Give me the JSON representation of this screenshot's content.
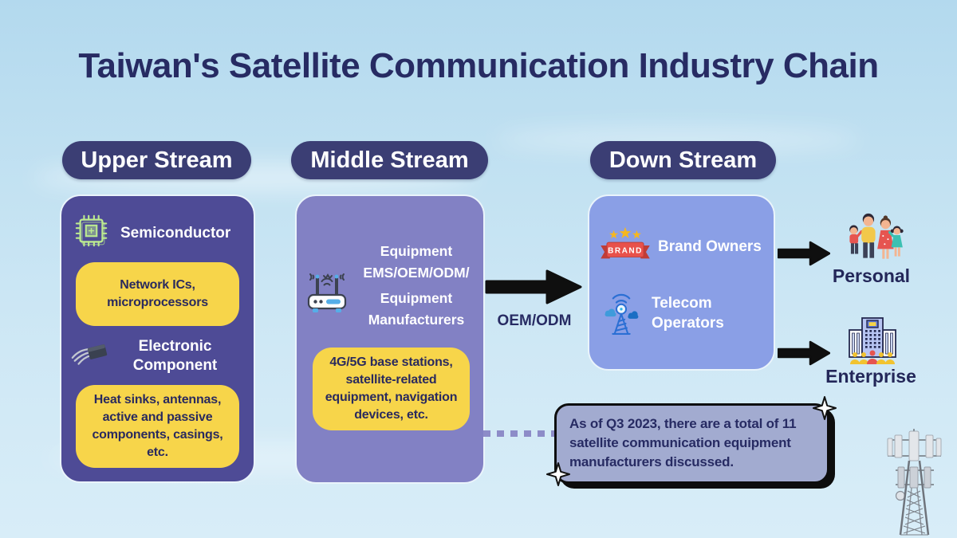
{
  "title": "Taiwan's Satellite Communication Industry Chain",
  "streams": {
    "upper": {
      "header": "Upper Stream",
      "semiconductor_label": "Semiconductor",
      "semiconductor_detail": "Network ICs, microprocessors",
      "electronic_label": "Electronic Component",
      "electronic_detail": "Heat sinks, antennas, active and passive components, casings, etc."
    },
    "middle": {
      "header": "Middle Stream",
      "equipment_label_line1": "Equipment EMS/OEM/ODM/",
      "equipment_label_line2": "Equipment Manufacturers",
      "equipment_detail": "4G/5G base stations, satellite-related equipment, navigation devices, etc."
    },
    "down": {
      "header": "Down Stream",
      "brand_owners_label": "Brand Owners",
      "telecom_operators_label": "Telecom Operators"
    }
  },
  "flow": {
    "oem_odm_label": "OEM/ODM"
  },
  "customers": {
    "personal_label": "Personal",
    "enterprise_label": "Enterprise"
  },
  "callout": {
    "text": "As of Q3 2023, there are a total of 11 satellite communication equipment manufacturers discussed."
  },
  "icons": {
    "brand_badge_text": "BRAND"
  },
  "colors": {
    "sky_top": "#b3d9ee",
    "sky_bottom": "#d8edf8",
    "title_navy": "#272b63",
    "pill_navy": "#3b3e74",
    "upper_box_purple": "#4e4b96",
    "middle_box_purple": "#8281c4",
    "down_box_blue": "#8a9fe6",
    "highlight_yellow": "#f7d54a",
    "callout_gray_blue": "#a2abd0",
    "arrow_black": "#0f0f0f"
  }
}
